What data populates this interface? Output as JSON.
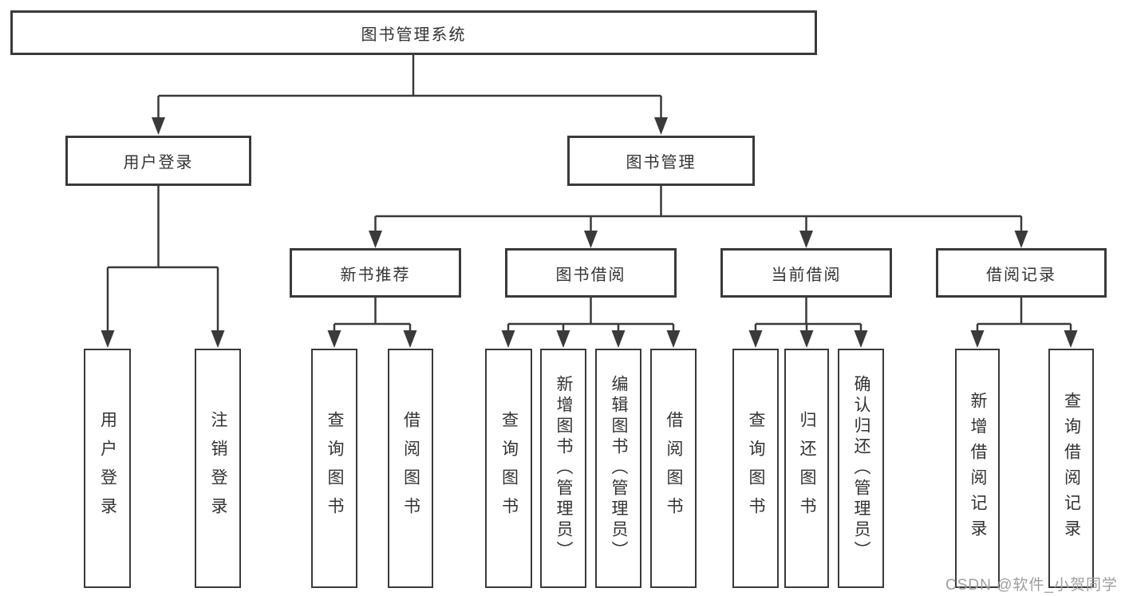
{
  "diagram": {
    "root": "图书管理系统",
    "branches": [
      {
        "label": "用户登录",
        "children": [
          "用户登录",
          "注销登录"
        ]
      },
      {
        "label": "图书管理",
        "sections": [
          {
            "label": "新书推荐",
            "children": [
              "查询图书",
              "借阅图书"
            ]
          },
          {
            "label": "图书借阅",
            "children": [
              "查询图书",
              "新增图书（管理员）",
              "编辑图书（管理员）",
              "借阅图书"
            ]
          },
          {
            "label": "当前借阅",
            "children": [
              "查询图书",
              "归还图书",
              "确认归还（管理员）"
            ]
          },
          {
            "label": "借阅记录",
            "children": [
              "新增借阅记录",
              "查询借阅记录"
            ]
          }
        ]
      }
    ],
    "line_color": "#3a3a3a"
  },
  "watermark": "CSDN @软件_小贺同学"
}
